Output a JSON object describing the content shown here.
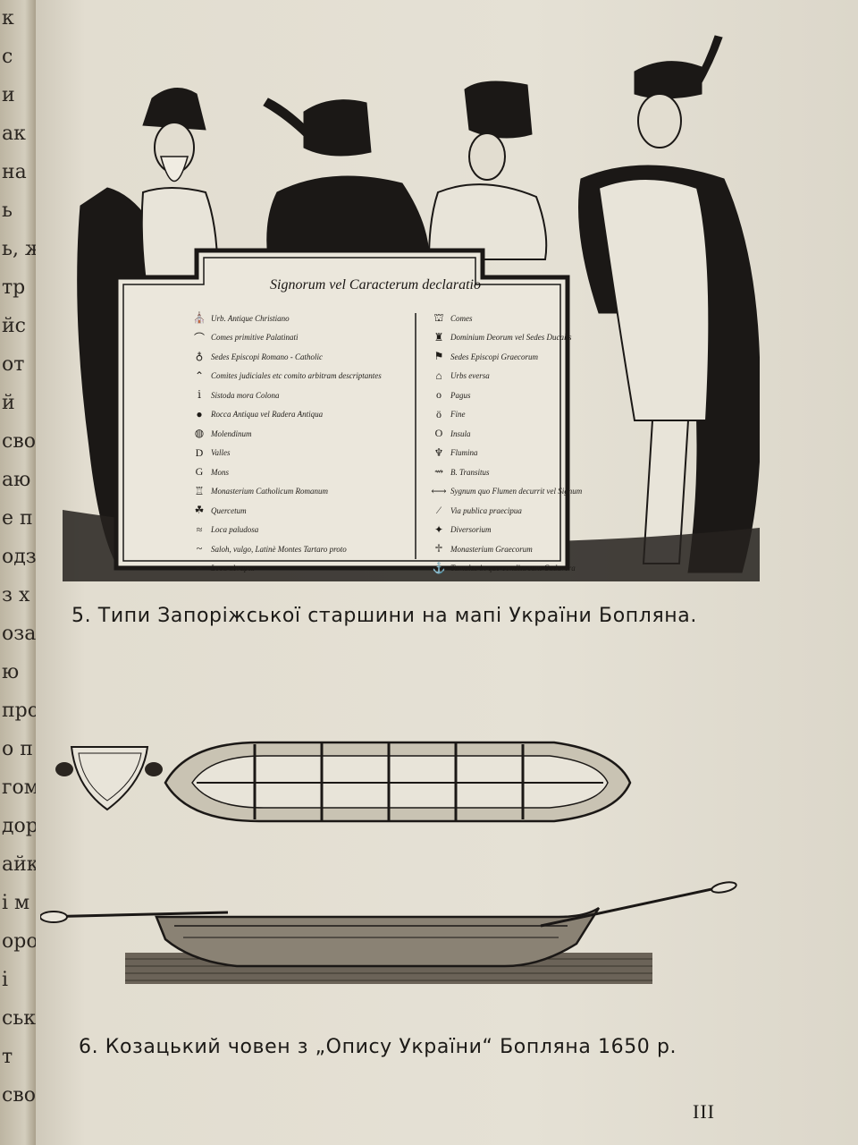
{
  "left_margin_fragments": [
    "к",
    "с",
    "и",
    "ак",
    "на",
    "ь",
    "ь, ж",
    "тр",
    "йс",
    "от",
    "й",
    "сво",
    "аю",
    "е п",
    "одз",
    "з х",
    "оза",
    "ю",
    "про",
    "о п",
    "гом",
    "дор",
    "айк",
    "і м",
    "оро",
    "і",
    "ськ",
    "т",
    "сво"
  ],
  "figure5": {
    "legend_title": "Signorum vel Caracterum declaratio",
    "legend_left": [
      {
        "symbol": "⛪",
        "text": "Urb. Antique Christiano"
      },
      {
        "symbol": "⌒",
        "text": "Comes primitive Palatinati"
      },
      {
        "symbol": "♁",
        "text": "Sedes Episcopi Romano - Catholic"
      },
      {
        "symbol": "⌃",
        "text": "Comites judiciales etc comito arbitram descriptantes"
      },
      {
        "symbol": "ⅰ",
        "text": "Sistoda mora Colona"
      },
      {
        "symbol": "●",
        "text": "Rocca Antiqua vel Radera Antiqua"
      },
      {
        "symbol": "◍",
        "text": "Molendinum"
      },
      {
        "symbol": "D",
        "text": "Valles"
      },
      {
        "symbol": "G",
        "text": "Mons"
      },
      {
        "symbol": "♖",
        "text": "Monasterium Catholicum Romanum"
      },
      {
        "symbol": "☘",
        "text": "Quercetum"
      },
      {
        "symbol": "≈",
        "text": "Loca paludosa"
      },
      {
        "symbol": "~",
        "text": "Saloh, vulgo, Latinè Montes Tartaro proto"
      },
      {
        "symbol": "∽",
        "text": "Loca abrupta"
      }
    ],
    "legend_right": [
      {
        "symbol": "⛫",
        "text": "Comes"
      },
      {
        "symbol": "♜",
        "text": "Dominium Deorum vel Sedes Ducalis"
      },
      {
        "symbol": "⚑",
        "text": "Sedes Episcopi Graecorum"
      },
      {
        "symbol": "⌂",
        "text": "Urbs eversa"
      },
      {
        "symbol": "o",
        "text": "Pagus"
      },
      {
        "symbol": "ö",
        "text": "Fine"
      },
      {
        "symbol": "O",
        "text": "Insula"
      },
      {
        "symbol": "♆",
        "text": "Flumina"
      },
      {
        "symbol": "⇝",
        "text": "B. Transitus"
      },
      {
        "symbol": "⟷",
        "text": "Sygnum quo Flumen decurrit vel Signum"
      },
      {
        "symbol": "⁄",
        "text": "Via publica praecipua"
      },
      {
        "symbol": "✦",
        "text": "Diversorium"
      },
      {
        "symbol": "♱",
        "text": "Monasterium Graecorum"
      },
      {
        "symbol": "⚓",
        "text": "Tumulus in quo condita sunt Cadavera"
      }
    ],
    "caption": "5. Типи Запоріжської старшини на мапі України Бопляна."
  },
  "figure6": {
    "caption": "6. Козацький човен з „Опису України“ Бопляна 1650 р."
  },
  "page_number": "III"
}
